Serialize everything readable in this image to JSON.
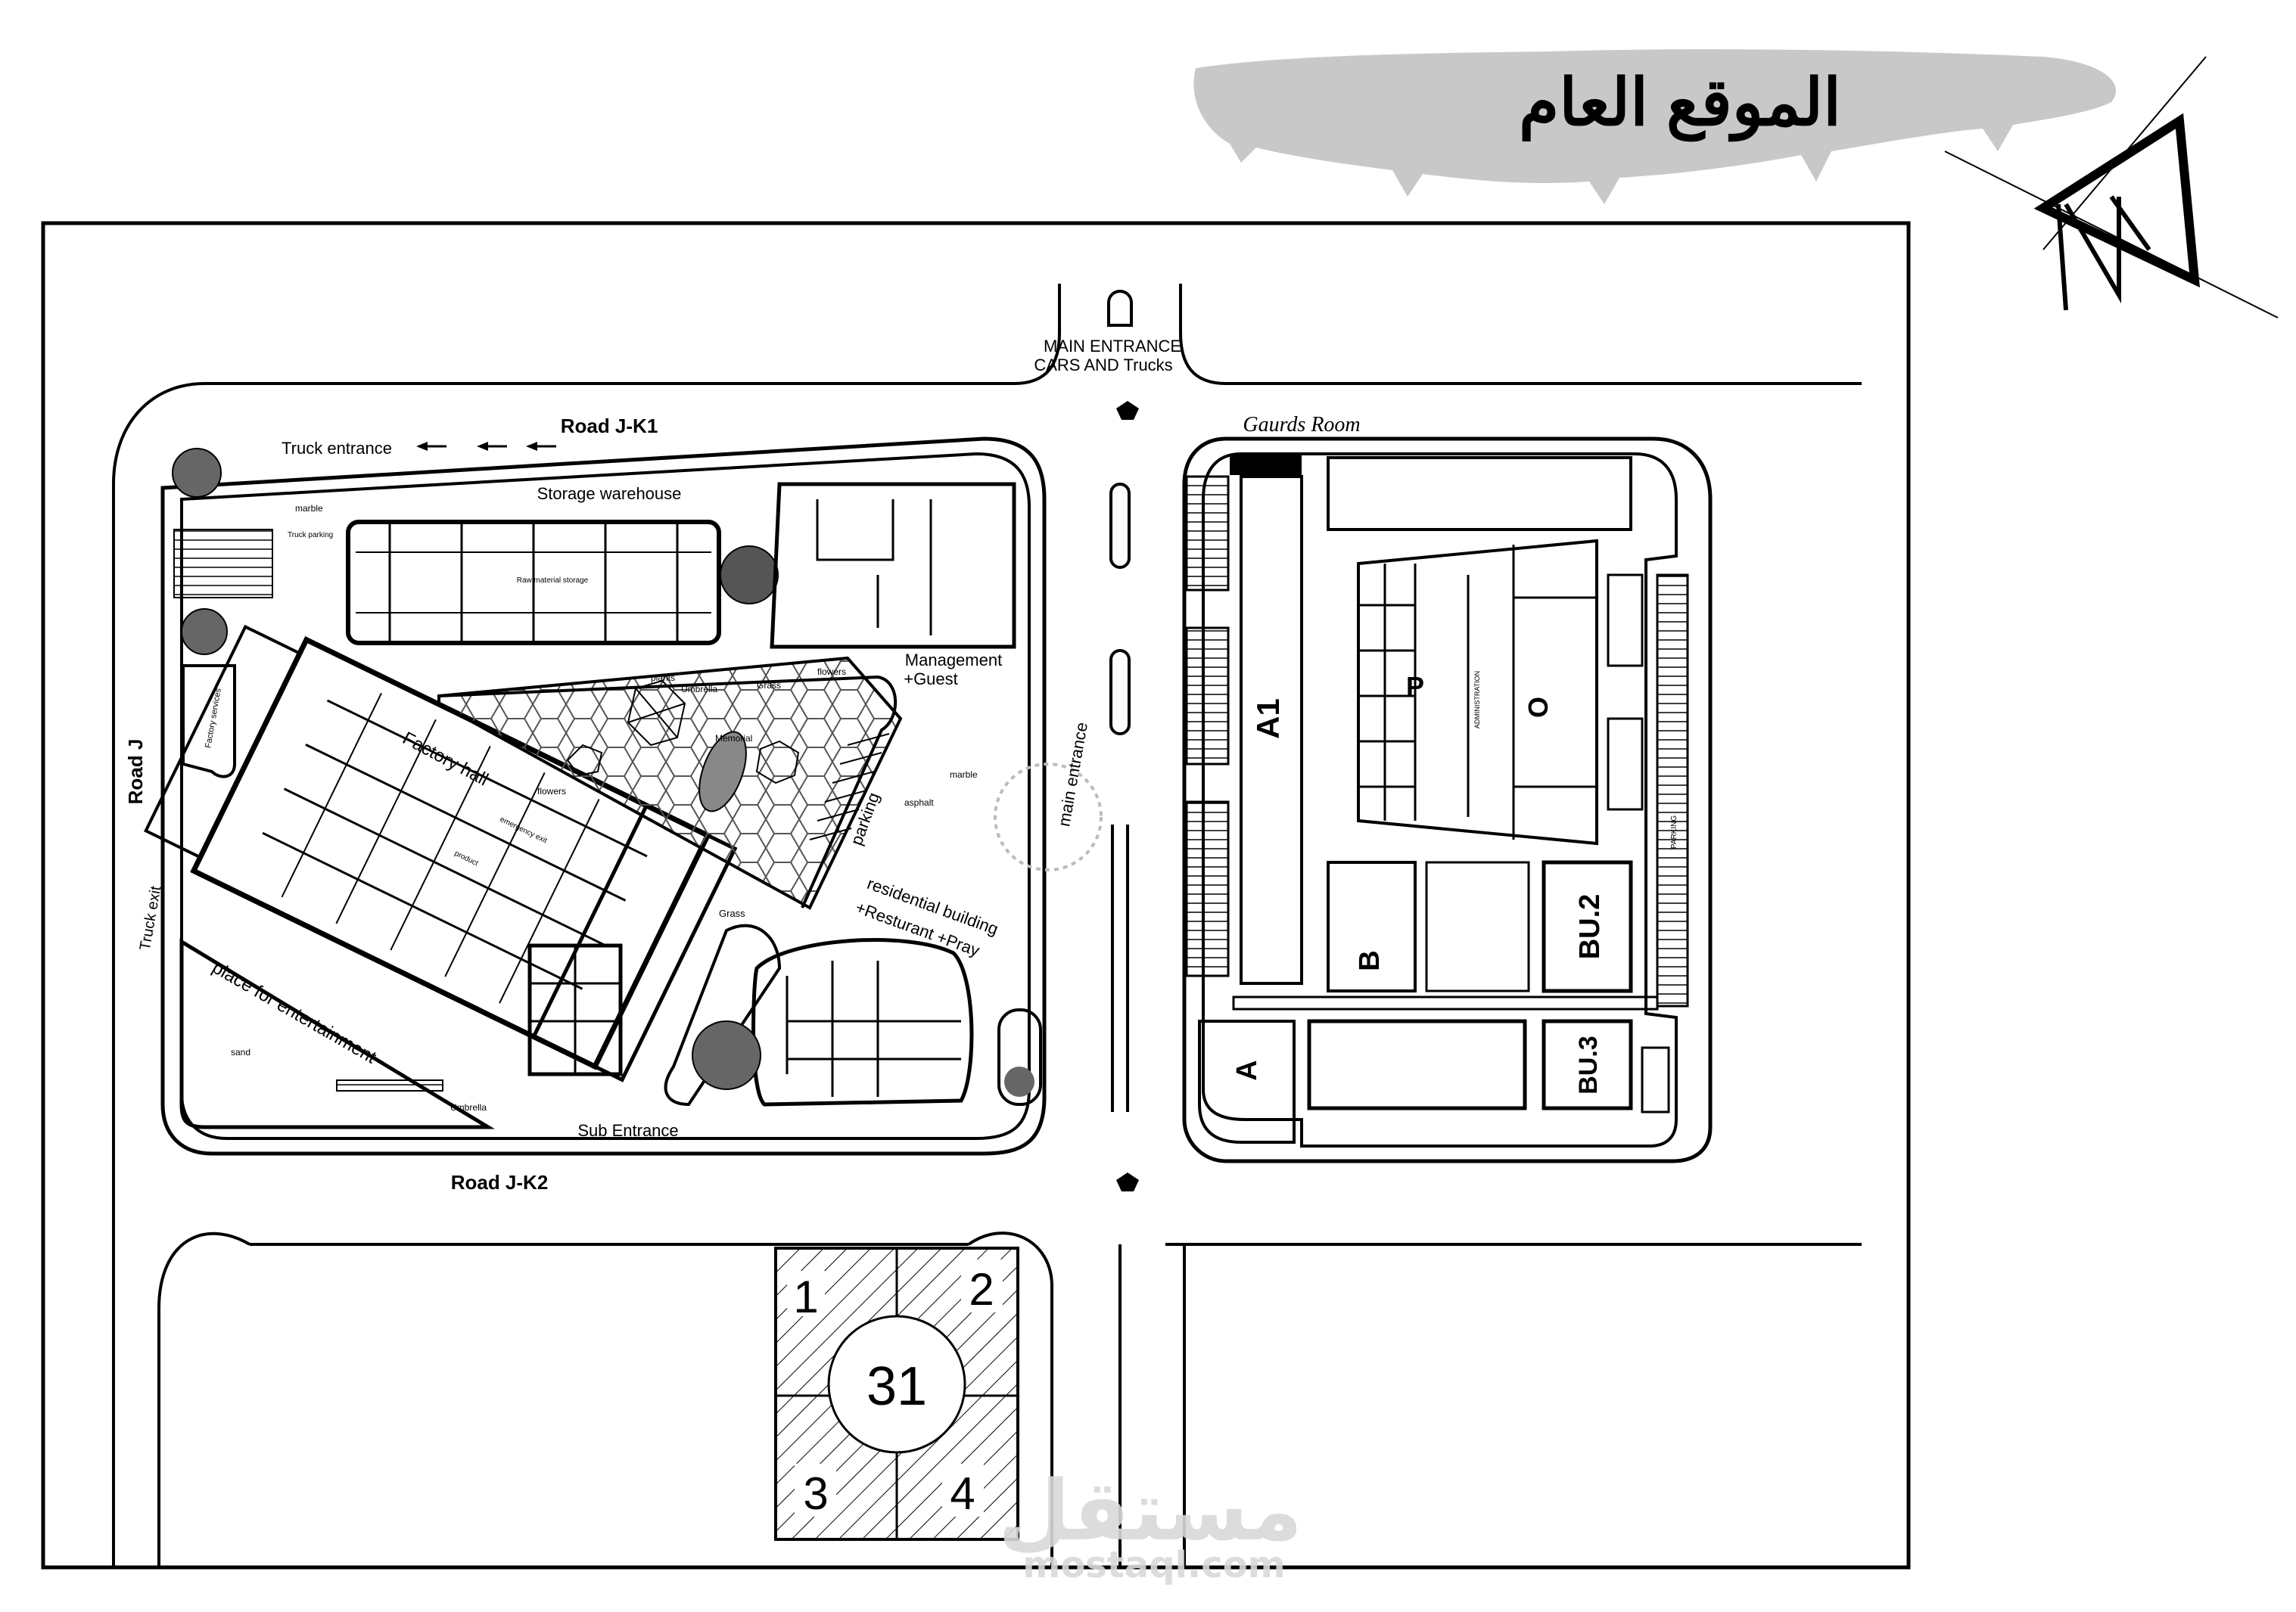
{
  "title": "الموقع العام",
  "roads": {
    "top": "Road J-K1",
    "bottom": "Road J-K2",
    "left": "Road J"
  },
  "entrances": {
    "main_line1": "MAIN ENTRANCE",
    "main_line2": "CARS AND Trucks",
    "sub": "Sub Entrance",
    "truck_entrance": "Truck entrance",
    "truck_exit": "Truck exit",
    "main_entrance_vertical": "main entrance"
  },
  "left_site": {
    "storage": "Storage warehouse",
    "raw_material": "Raw material storage",
    "factory_hall": "Factory hall",
    "management_line1": "Management",
    "management_line2": "+Guest",
    "residential_line1": "residential building",
    "residential_line2": "+Resturant +Pray",
    "entertainment": "place for entertainment",
    "parking": "parking",
    "small_labels": {
      "marble": "marble",
      "asphalt": "asphalt",
      "truck_parking": "Truck parking",
      "plants": "plants",
      "umbrella": "Umbrella",
      "grass": "Grass",
      "flowers": "flowers",
      "memorial": "Memorial",
      "sand": "sand",
      "factory_services": "Factory services",
      "emergency_exit": "emergency exit",
      "product": "product"
    }
  },
  "right_site": {
    "guards": "Gaurds Room",
    "blocks": {
      "a1": "A1",
      "p": "P",
      "o": "O",
      "b": "B",
      "bu2": "BU.2",
      "a": "A",
      "bu3": "BU.3"
    },
    "parking_small": "PARKING",
    "administration": "ADMINISTRATION"
  },
  "plot": {
    "number": "31",
    "parts": [
      "1",
      "2",
      "3",
      "4"
    ]
  },
  "watermark": {
    "arabic": "مستقل",
    "latin": "mostaql.com"
  }
}
